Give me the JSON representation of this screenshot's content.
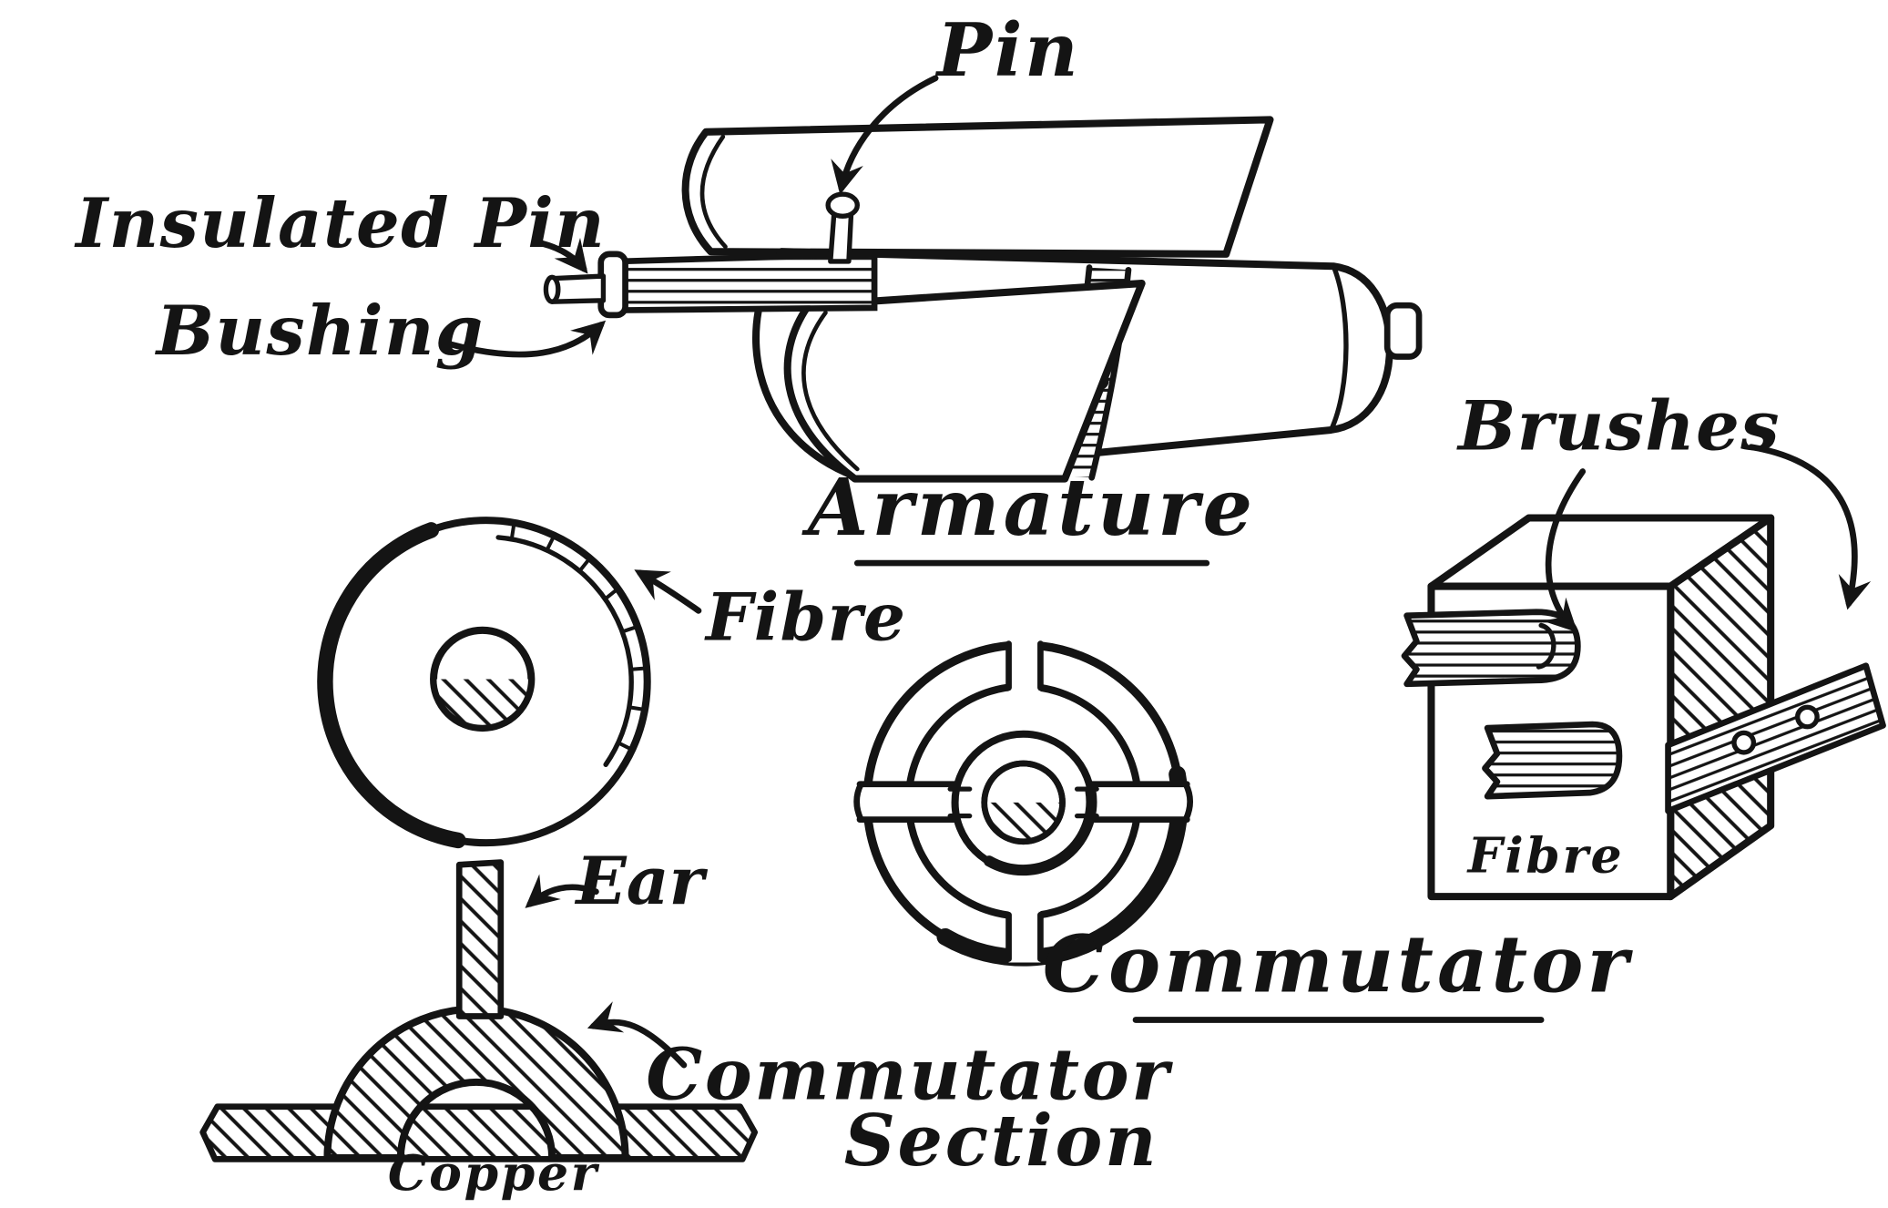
{
  "figure": {
    "armature": {
      "title": "Armature",
      "labels": {
        "pin": "Pin",
        "insulated_pin": "Insulated Pin",
        "bushing": "Bushing"
      }
    },
    "fibre_washer": {
      "label": "Fibre"
    },
    "commutator": {
      "title": "Commutator"
    },
    "brushes": {
      "label": "Brushes",
      "fibre_label": "Fibre"
    },
    "commutator_section": {
      "ear": "Ear",
      "label_line1": "Commutator",
      "label_line2": "Section",
      "copper": "Copper"
    },
    "colors": {
      "ink": "#141414",
      "paper": "#ffffff"
    }
  }
}
